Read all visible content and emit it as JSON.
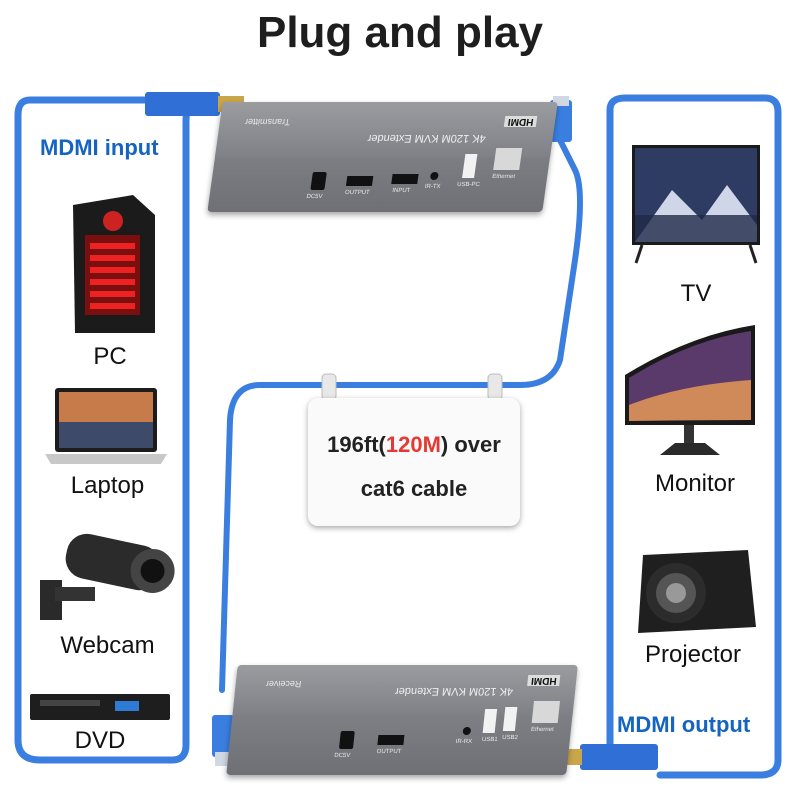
{
  "title": "Plug and play",
  "left_panel": {
    "label": "MDMI input",
    "devices": [
      {
        "label": "PC",
        "icon": "pc-tower-icon"
      },
      {
        "label": "Laptop",
        "icon": "laptop-icon"
      },
      {
        "label": "Webcam",
        "icon": "webcam-icon"
      },
      {
        "label": "DVD",
        "icon": "dvd-player-icon"
      }
    ]
  },
  "right_panel": {
    "label": "MDMI output",
    "devices": [
      {
        "label": "TV",
        "icon": "tv-icon"
      },
      {
        "label": "Monitor",
        "icon": "curved-monitor-icon"
      },
      {
        "label": "Projector",
        "icon": "projector-icon"
      }
    ]
  },
  "callout": {
    "line1_prefix": "196ft(",
    "line1_highlight": "120M",
    "line1_suffix": ") over",
    "line2": "cat6 cable"
  },
  "transmitter": {
    "top_text": "4K 120M KVM Extender",
    "side_text": "Transmitter",
    "brand": "HDMI",
    "ports": [
      "DC5V",
      "OUTPUT",
      "INPUT",
      "IR-TX",
      "USB-PC",
      "Ethernet"
    ]
  },
  "receiver": {
    "top_text": "4K 120M KVM Extender",
    "side_text": "Receiver",
    "brand": "HDMI",
    "ports": [
      "DC5V",
      "OUTPUT",
      "IR-RX",
      "USB1",
      "USB2",
      "Ethernet"
    ]
  },
  "colors": {
    "accent": "#1565c0",
    "cable": "#3a7fe0",
    "highlight": "#e53935"
  }
}
